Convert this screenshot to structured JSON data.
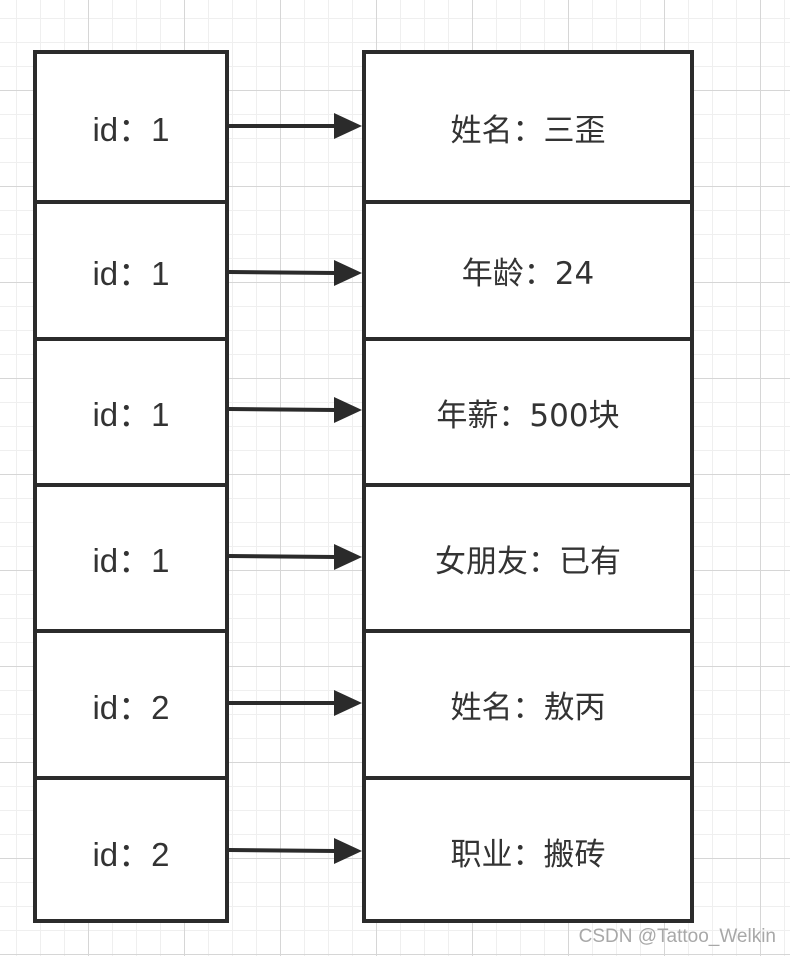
{
  "left_cells": [
    {
      "text": "id：1"
    },
    {
      "text": "id：1"
    },
    {
      "text": "id：1"
    },
    {
      "text": "id：1"
    },
    {
      "text": "id：2"
    },
    {
      "text": "id：2"
    }
  ],
  "right_cells": [
    {
      "text": "姓名：三歪"
    },
    {
      "text": "年龄：24"
    },
    {
      "text": "年薪：500块"
    },
    {
      "text": "女朋友：已有"
    },
    {
      "text": "姓名：敖丙"
    },
    {
      "text": "职业：搬砖"
    }
  ],
  "watermark": "CSDN @Tattoo_Welkin",
  "colors": {
    "stroke": "#2b2b2b",
    "text": "#333333",
    "grid": "#d6d6d6",
    "watermark": "#a8a8a8"
  }
}
